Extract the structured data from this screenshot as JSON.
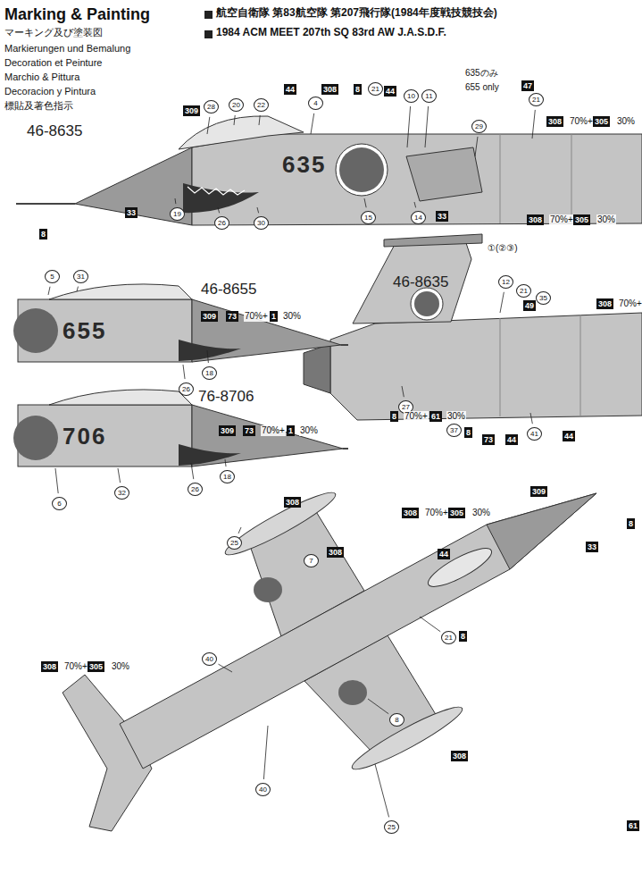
{
  "diagram": {
    "title": "航空自衛隊 第83航空隊 第207飛行隊(1984年度戦技競技会)",
    "labels": [
      "Marking & Painting",
      "マーキング及び塗装図",
      "Markierungen und Bemalung",
      "Decoration et Peinture",
      "Marchio & Pittura",
      "Decoracion y Pintura",
      "標貼及著色指示",
      "1984 ACM MEET 207th SQ 83rd AW J.A.S.D.F.",
      "46-8635",
      "309",
      "28",
      "20",
      "22",
      "44",
      "4",
      "308",
      "8",
      "21",
      "44",
      "10",
      "11",
      "635のみ",
      "655 only",
      "47",
      "29",
      "21",
      "308",
      "70%+",
      "305",
      "30%",
      "635",
      "8",
      "33",
      "19",
      "26",
      "30",
      "15",
      "14",
      "33",
      "308",
      "70%+",
      "305",
      "30%",
      "①(②③)",
      "46-8635",
      "12",
      "21",
      "35",
      "49",
      "308",
      "70%+",
      "27",
      "37",
      "8",
      "73",
      "44",
      "41",
      "44",
      "5",
      "31",
      "46-8655",
      "309",
      "73",
      "70%+",
      "1",
      "30%",
      "655",
      "18",
      "26",
      "76-8706",
      "8",
      "70%+",
      "61",
      "30%",
      "309",
      "73",
      "70%+",
      "1",
      "30%",
      "706",
      "6",
      "32",
      "26",
      "18",
      "308",
      "25",
      "7",
      "40",
      "308",
      "308",
      "70%+",
      "305",
      "30%",
      "44",
      "21",
      "8",
      "309",
      "33",
      "8",
      "308",
      "70%+",
      "305",
      "30%",
      "8",
      "308",
      "40",
      "25",
      "61"
    ]
  }
}
